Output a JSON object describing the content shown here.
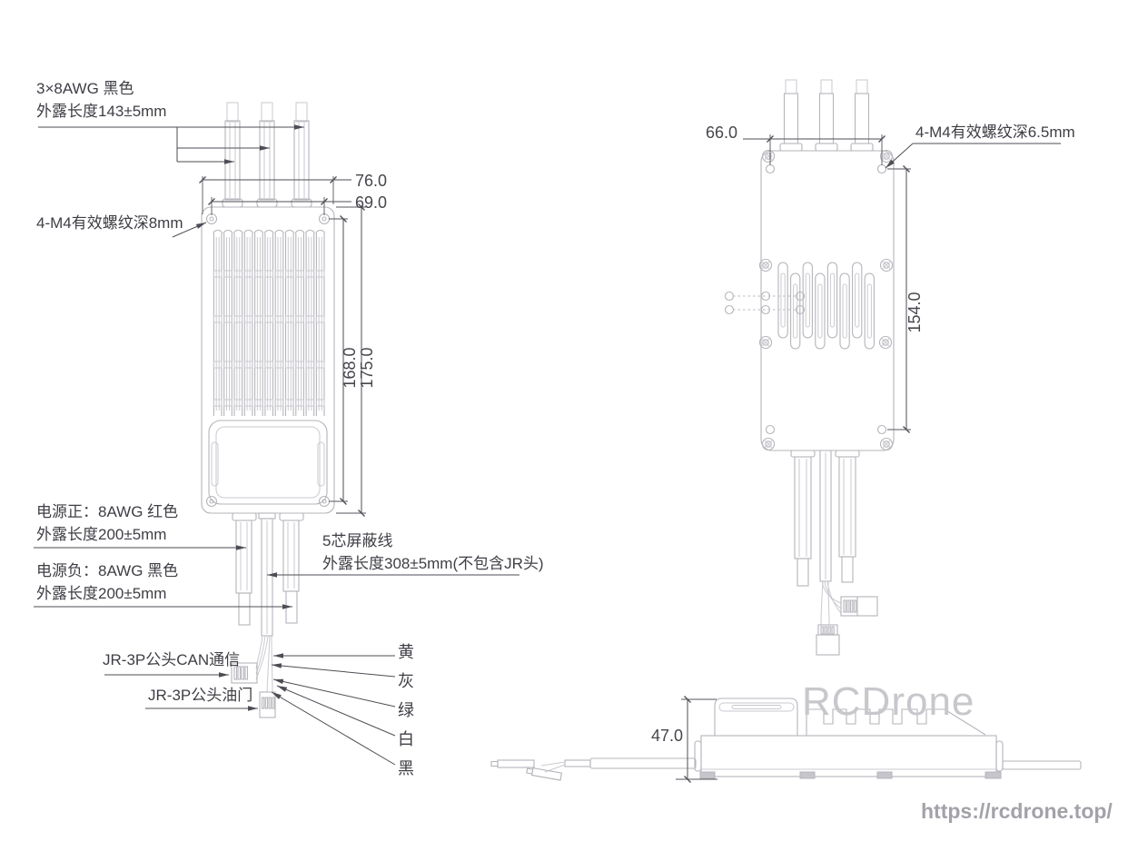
{
  "annotations": {
    "motor_wires_line1": "3×8AWG 黑色",
    "motor_wires_line2": "外露长度143±5mm",
    "front_thread": "4-M4有效螺纹深8mm",
    "power_pos_line1": "电源正：8AWG 红色",
    "power_pos_line2": "外露长度200±5mm",
    "power_neg_line1": "电源负：8AWG 黑色",
    "power_neg_line2": "外露长度200±5mm",
    "shielded_line1": "5芯屏蔽线",
    "shielded_line2": "外露长度308±5mm(不包含JR头)",
    "can_connector": "JR-3P公头CAN通信",
    "throttle_connector": "JR-3P公头油门",
    "back_thread": "4-M4有效螺纹深6.5mm"
  },
  "wire_colors": [
    "黄",
    "灰",
    "绿",
    "白",
    "黑"
  ],
  "dimensions": {
    "front_width_outer": "76.0",
    "front_width_inner": "69.0",
    "front_height_inner": "168.0",
    "front_height_outer": "175.0",
    "back_hole_spacing": "66.0",
    "back_hole_height": "154.0",
    "side_height": "47.0"
  },
  "watermark": {
    "brand": "RCDrone",
    "url": "https://rcdrone.top/"
  },
  "colors": {
    "outline": "#b5b5bb",
    "outline_light": "#cacad0",
    "dimension": "#4d4d55",
    "text": "#3e3e45",
    "watermark_brand": "#c7c7cc",
    "watermark_url": "#a2a2a9"
  }
}
